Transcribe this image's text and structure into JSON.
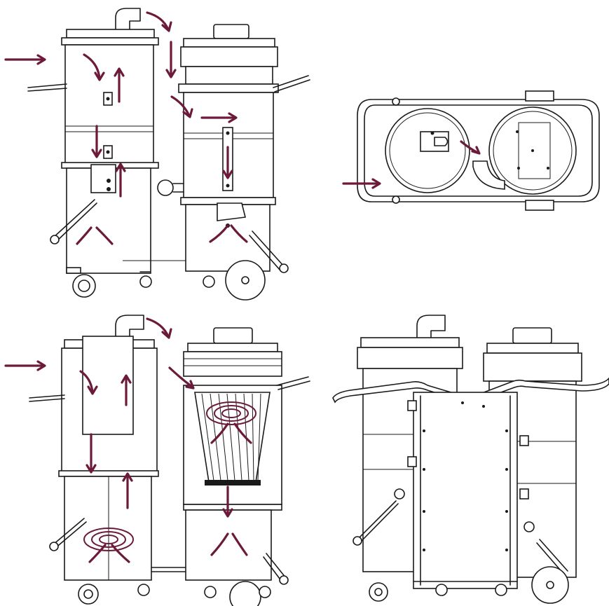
{
  "colors": {
    "flow_arrow": "#6b1a3a",
    "line": "#1a1a1a",
    "background": "#ffffff"
  },
  "views": [
    {
      "id": "side-exterior",
      "icon": "flow-arrow-icon"
    },
    {
      "id": "top-view",
      "icon": "flow-arrow-icon"
    },
    {
      "id": "side-cutaway",
      "icon": "cyclone-spiral-icon"
    },
    {
      "id": "rear-frame",
      "icon": "handle-frame-icon"
    }
  ]
}
